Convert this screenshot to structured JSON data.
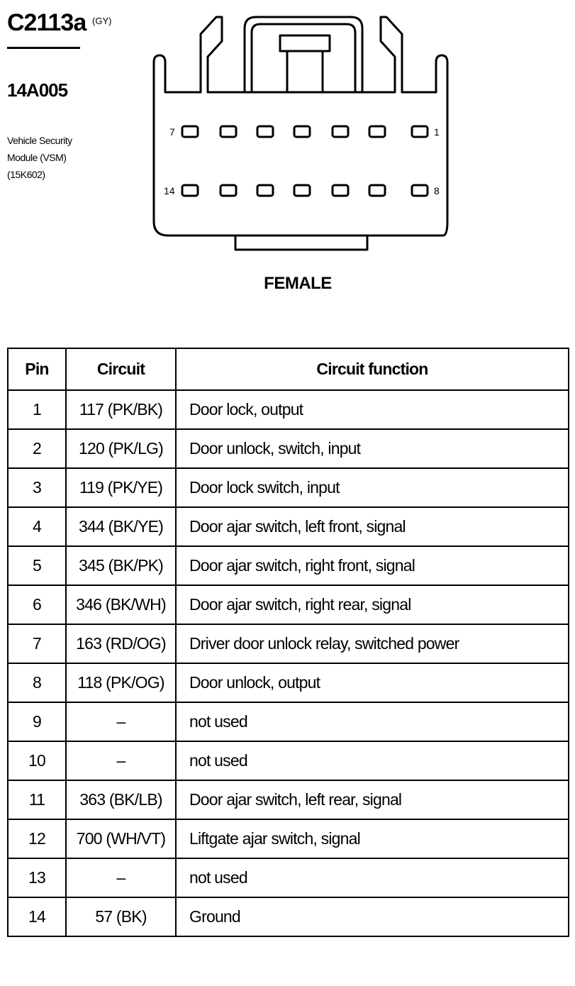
{
  "connector": {
    "id": "C2113a",
    "color_code": "(GY)",
    "part_number": "14A005",
    "description_lines": [
      "Vehicle Security",
      "Module (VSM)",
      "(15K602)"
    ],
    "view_label": "FEMALE",
    "pin_labels": {
      "top_left": "7",
      "top_right": "1",
      "bottom_left": "14",
      "bottom_right": "8"
    }
  },
  "table": {
    "headers": {
      "pin": "Pin",
      "circuit": "Circuit",
      "function": "Circuit function"
    },
    "rows": [
      {
        "pin": "1",
        "circuit": "117 (PK/BK)",
        "function": "Door lock, output"
      },
      {
        "pin": "2",
        "circuit": "120 (PK/LG)",
        "function": "Door unlock, switch, input"
      },
      {
        "pin": "3",
        "circuit": "119 (PK/YE)",
        "function": "Door lock switch, input"
      },
      {
        "pin": "4",
        "circuit": "344 (BK/YE)",
        "function": "Door ajar switch, left front, signal"
      },
      {
        "pin": "5",
        "circuit": "345 (BK/PK)",
        "function": "Door ajar switch, right front, signal"
      },
      {
        "pin": "6",
        "circuit": "346 (BK/WH)",
        "function": "Door ajar switch, right rear, signal"
      },
      {
        "pin": "7",
        "circuit": "163 (RD/OG)",
        "function": "Driver door unlock relay, switched power"
      },
      {
        "pin": "8",
        "circuit": "118 (PK/OG)",
        "function": "Door unlock, output"
      },
      {
        "pin": "9",
        "circuit": "–",
        "function": "not used"
      },
      {
        "pin": "10",
        "circuit": "–",
        "function": "not used"
      },
      {
        "pin": "11",
        "circuit": "363 (BK/LB)",
        "function": "Door ajar switch, left rear, signal"
      },
      {
        "pin": "12",
        "circuit": "700 (WH/VT)",
        "function": "Liftgate ajar switch, signal"
      },
      {
        "pin": "13",
        "circuit": "–",
        "function": "not used"
      },
      {
        "pin": "14",
        "circuit": "57 (BK)",
        "function": "Ground"
      }
    ]
  }
}
